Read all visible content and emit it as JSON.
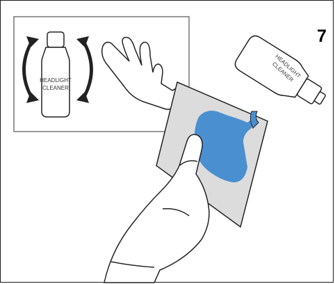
{
  "step_number": "7",
  "inset_bottle_label": [
    "HEADLIGHT",
    "CLEANER"
  ],
  "pour_bottle_label": [
    "HEADLIGHT",
    "CLEANER"
  ],
  "colors": {
    "liquid": "#4a90d0",
    "cloth": "#dcdcdc",
    "outline": "#1a1a1a",
    "background": "#ffffff"
  }
}
